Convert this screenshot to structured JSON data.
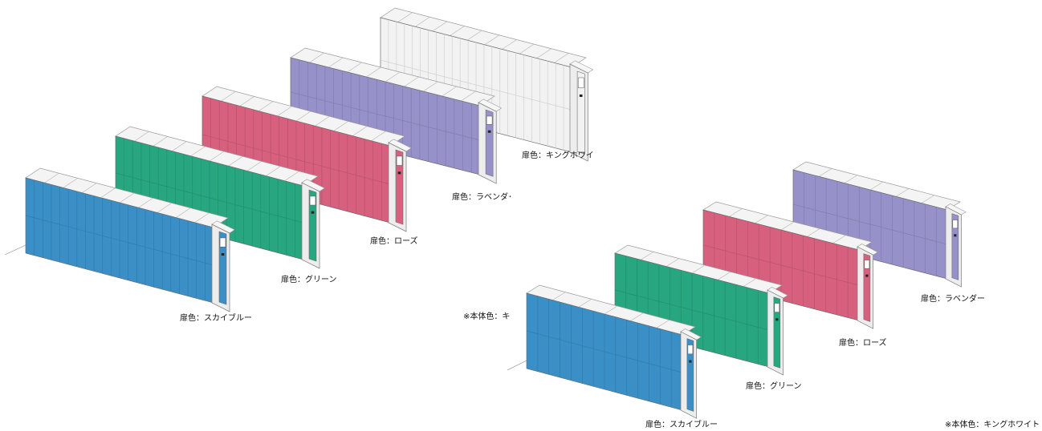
{
  "labels": {
    "white": "扉色：キングホワイ",
    "lavender_left": "扉色：ラベンダ･",
    "rose_left": "扉色：ローズ",
    "green_left": "扉色：グリーン",
    "sky_left": "扉色：スカイブルー",
    "note_left": "※本体色：キ",
    "lavender_right": "扉色：ラベンダー",
    "rose_right": "扉色：ローズ",
    "green_right": "扉色：グリーン",
    "sky_right": "扉色：スカイブルー",
    "note_right": "※本体色：キングホワイト"
  },
  "lockers": {
    "left_group": [
      {
        "name": "white",
        "color": "#f2f2f2"
      },
      {
        "name": "lavender",
        "color": "#9691c9"
      },
      {
        "name": "rose",
        "color": "#d6607e"
      },
      {
        "name": "green",
        "color": "#27a680"
      },
      {
        "name": "skyblue",
        "color": "#3a8fc6"
      }
    ],
    "right_group": [
      {
        "name": "lavender",
        "color": "#9691c9"
      },
      {
        "name": "rose",
        "color": "#d6607e"
      },
      {
        "name": "green",
        "color": "#27a680"
      },
      {
        "name": "skyblue",
        "color": "#3a8fc6"
      }
    ],
    "body_color": "#ededed"
  }
}
